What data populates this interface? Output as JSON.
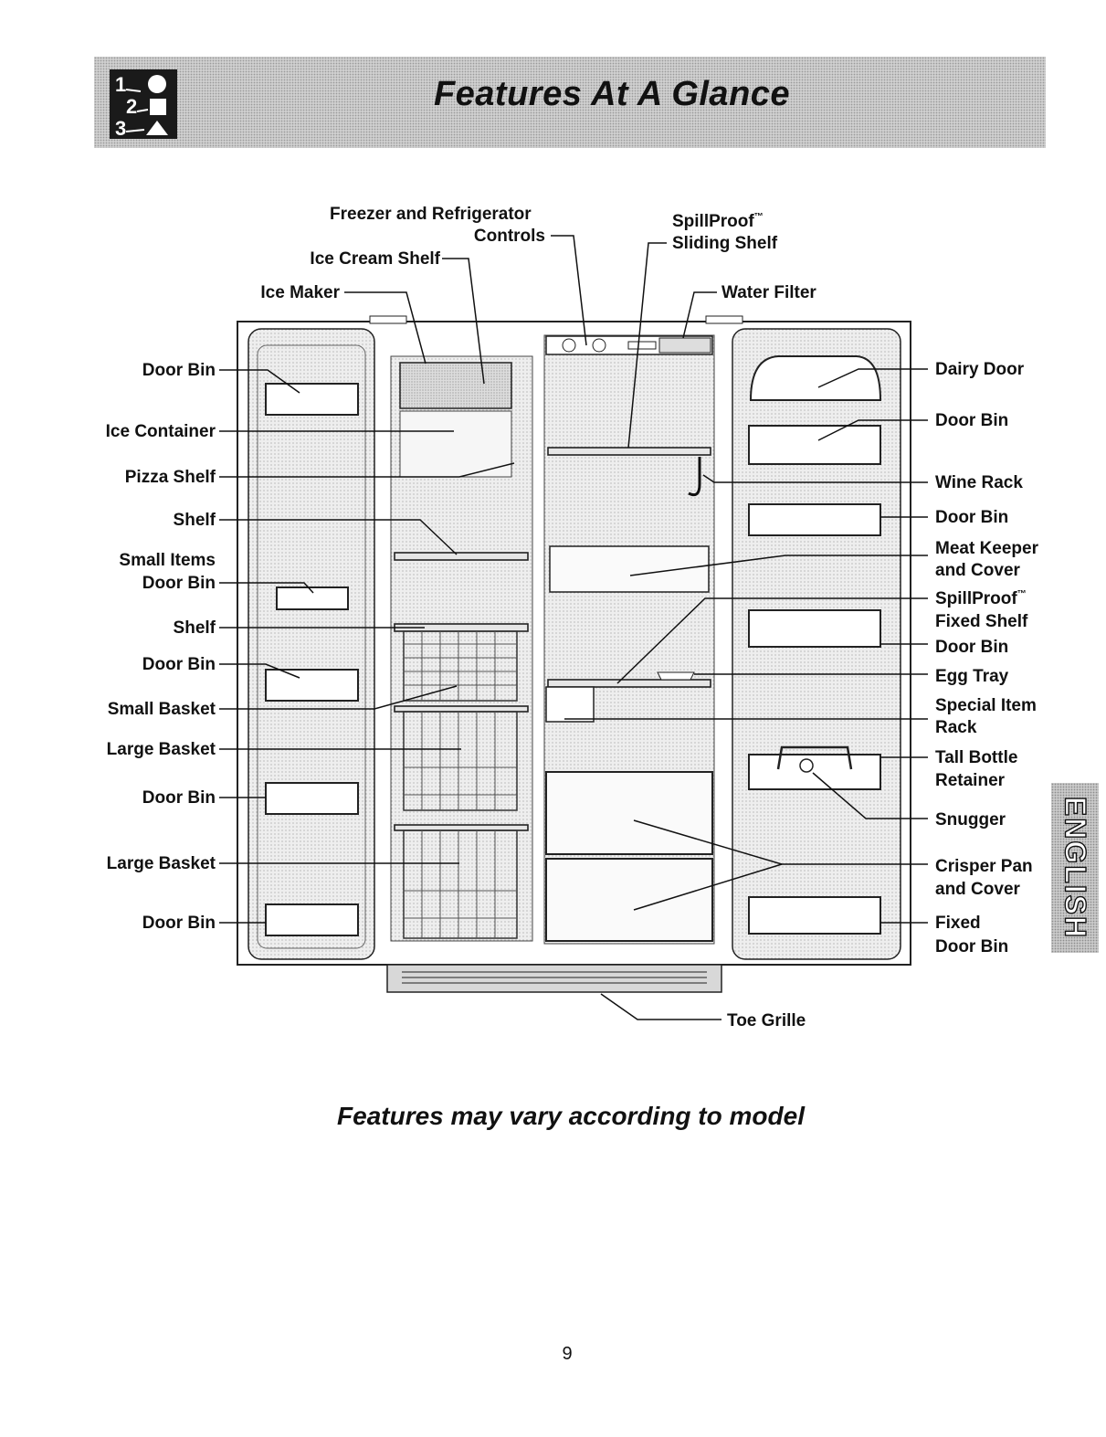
{
  "header": {
    "title": "Features At A Glance",
    "icon": "numbered-steps-icon"
  },
  "labels": {
    "left": [
      "Door Bin",
      "Ice Container",
      "Pizza Shelf",
      "Shelf",
      "Small Items",
      "Door Bin",
      "Shelf",
      "Door Bin",
      "Small Basket",
      "Large Basket",
      "Door Bin",
      "Large Basket",
      "Door Bin"
    ],
    "top": [
      "Freezer and Refrigerator",
      "Controls",
      "Ice Cream Shelf",
      "Ice Maker",
      "SpillProof",
      "Sliding Shelf",
      "Water Filter"
    ],
    "top_marks": [
      "™"
    ],
    "right": [
      "Dairy Door",
      "Door Bin",
      "Wine Rack",
      "Door Bin",
      "Meat Keeper",
      "and Cover",
      "SpillProof",
      "Fixed Shelf",
      "Door Bin",
      "Egg Tray",
      "Special Item",
      "Rack",
      "Tall Bottle",
      "Retainer",
      "Snugger",
      "Crisper Pan",
      "and Cover",
      "Fixed",
      "Door Bin"
    ],
    "right_marks": [
      "™"
    ],
    "bottom": [
      "Toe Grille"
    ]
  },
  "language_tab": "ENGLISH",
  "footnote": "Features may vary according to model",
  "page_number": "9"
}
